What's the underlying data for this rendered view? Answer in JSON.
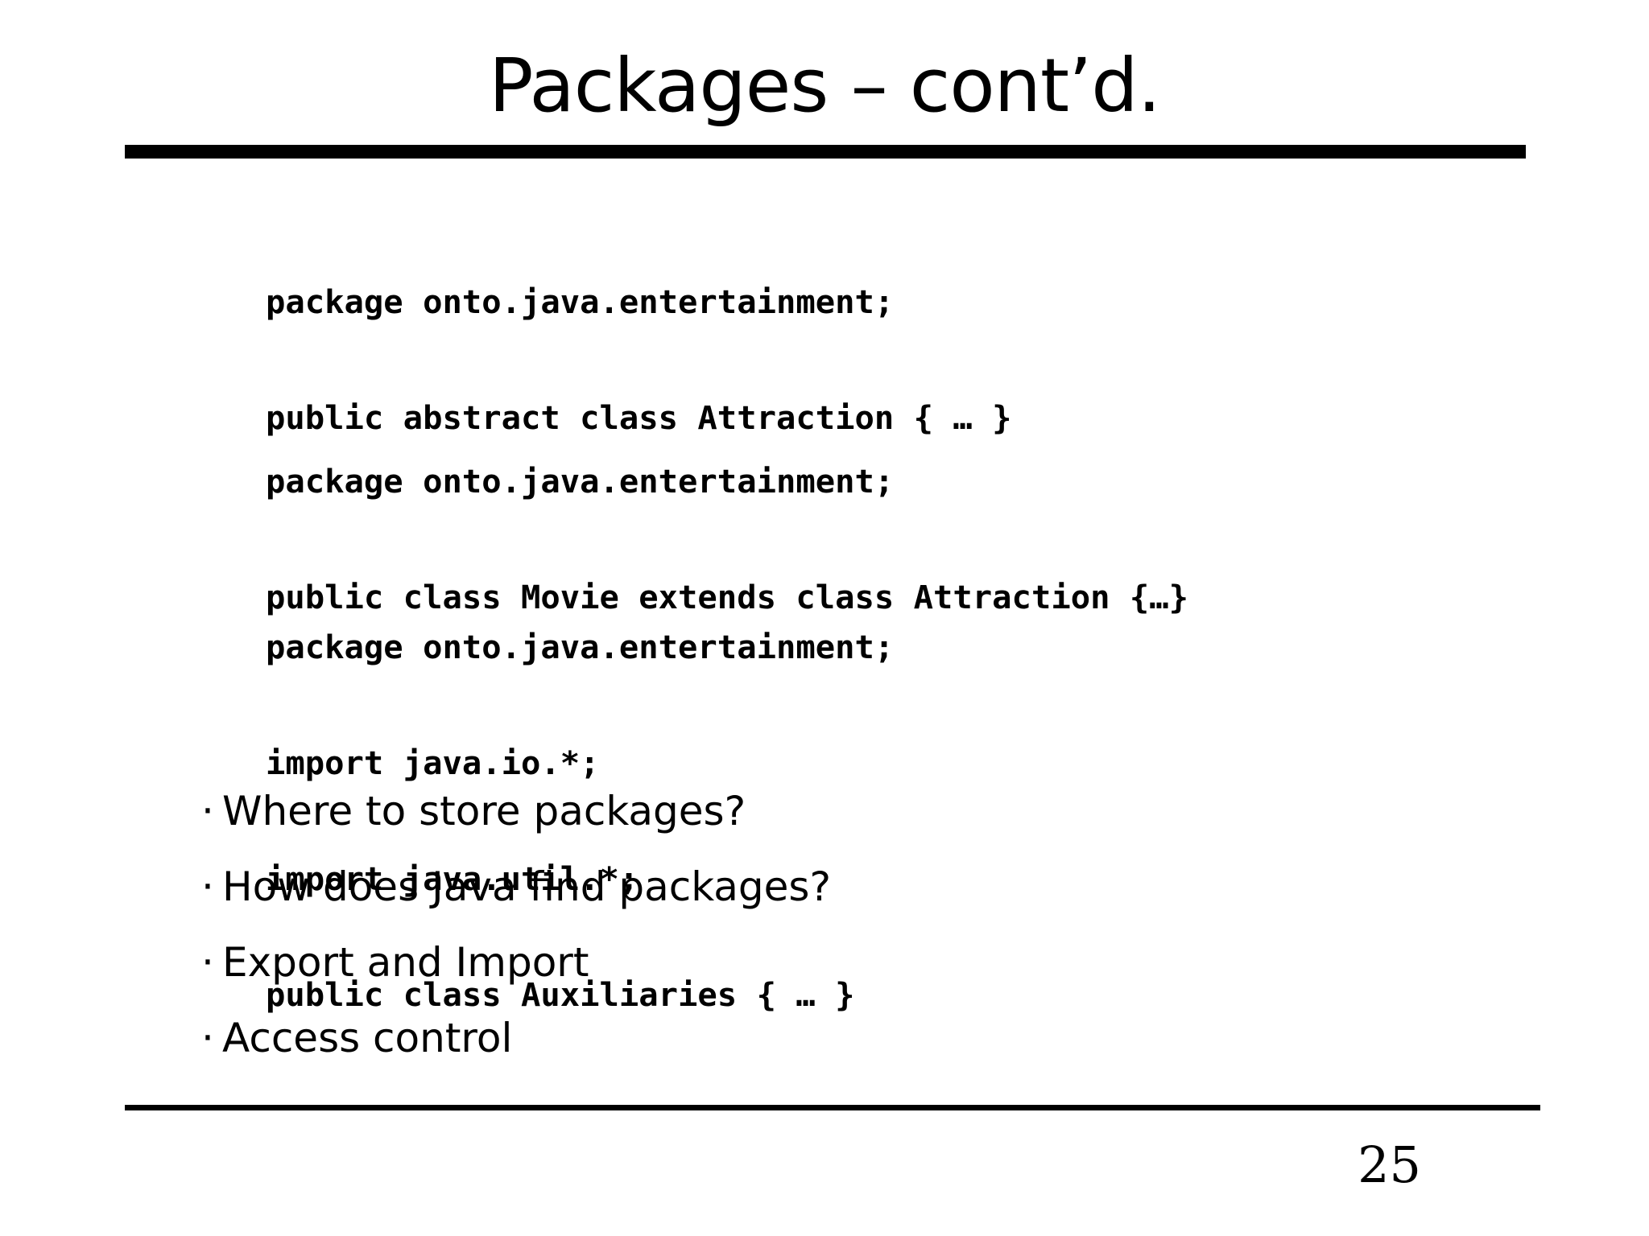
{
  "slide": {
    "title": "Packages – cont’d.",
    "page_number": "25"
  },
  "code_blocks": [
    {
      "lines": [
        "package onto.java.entertainment;",
        "public abstract class Attraction { … }"
      ]
    },
    {
      "lines": [
        "package onto.java.entertainment;",
        "public class Movie extends class Attraction {…}"
      ]
    },
    {
      "lines": [
        "package onto.java.entertainment;",
        "import java.io.*;",
        "import java.util.*;",
        "public class Auxiliaries { … }"
      ]
    }
  ],
  "bullets": {
    "marker": "·",
    "items": [
      "Where to store packages?",
      "How does Java find packages?",
      "Export and Import",
      "Access control"
    ]
  }
}
